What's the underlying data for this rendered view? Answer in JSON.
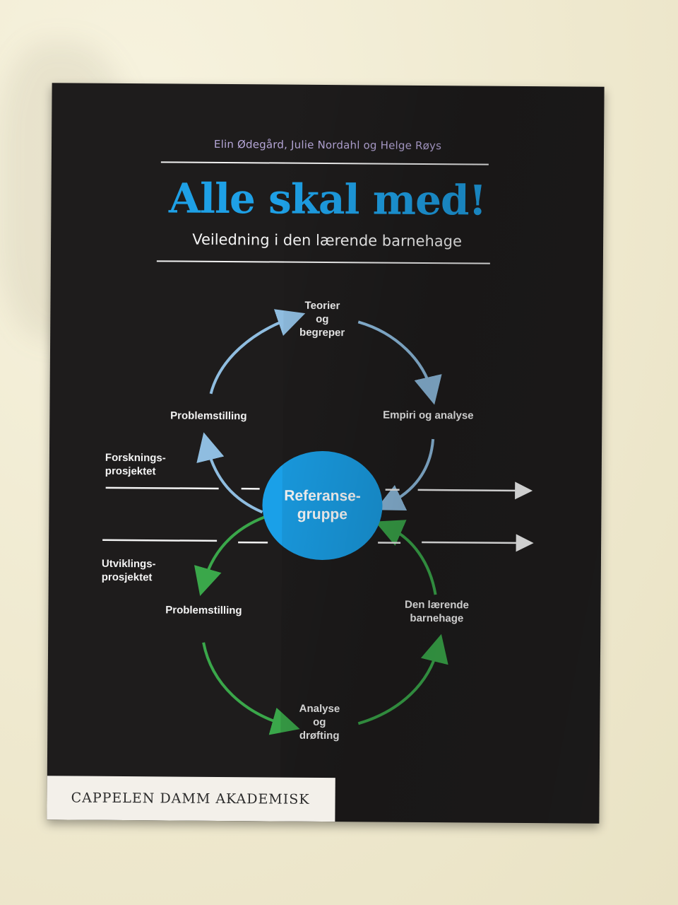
{
  "cover": {
    "authors": "Elin Ødegård, Julie Nordahl og Helge Røys",
    "title": "Alle skal med!",
    "subtitle": "Veiledning i den lærende barnehage",
    "publisher": "CAPPELEN DAMM AKADEMISK"
  },
  "diagram": {
    "center": "Referanse-\ngruppe",
    "research_cycle": {
      "top": "Teorier\nog\nbegreper",
      "right": "Empiri og analyse",
      "left": "Problemstilling"
    },
    "development_cycle": {
      "left": "Problemstilling",
      "bottom": "Analyse\nog\ndrøfting",
      "right": "Den lærende\nbarnehage"
    },
    "side_labels": {
      "research": "Forsknings-\nprosjektet",
      "development": "Utviklings-\nprosjektet"
    }
  },
  "colors": {
    "background": "#1e1c1c",
    "title": "#1ea0e6",
    "circle": "#1aa0e8",
    "research_arrows": "#8fbde0",
    "development_arrows": "#3aa74a",
    "authors": "#b6a7d8"
  }
}
